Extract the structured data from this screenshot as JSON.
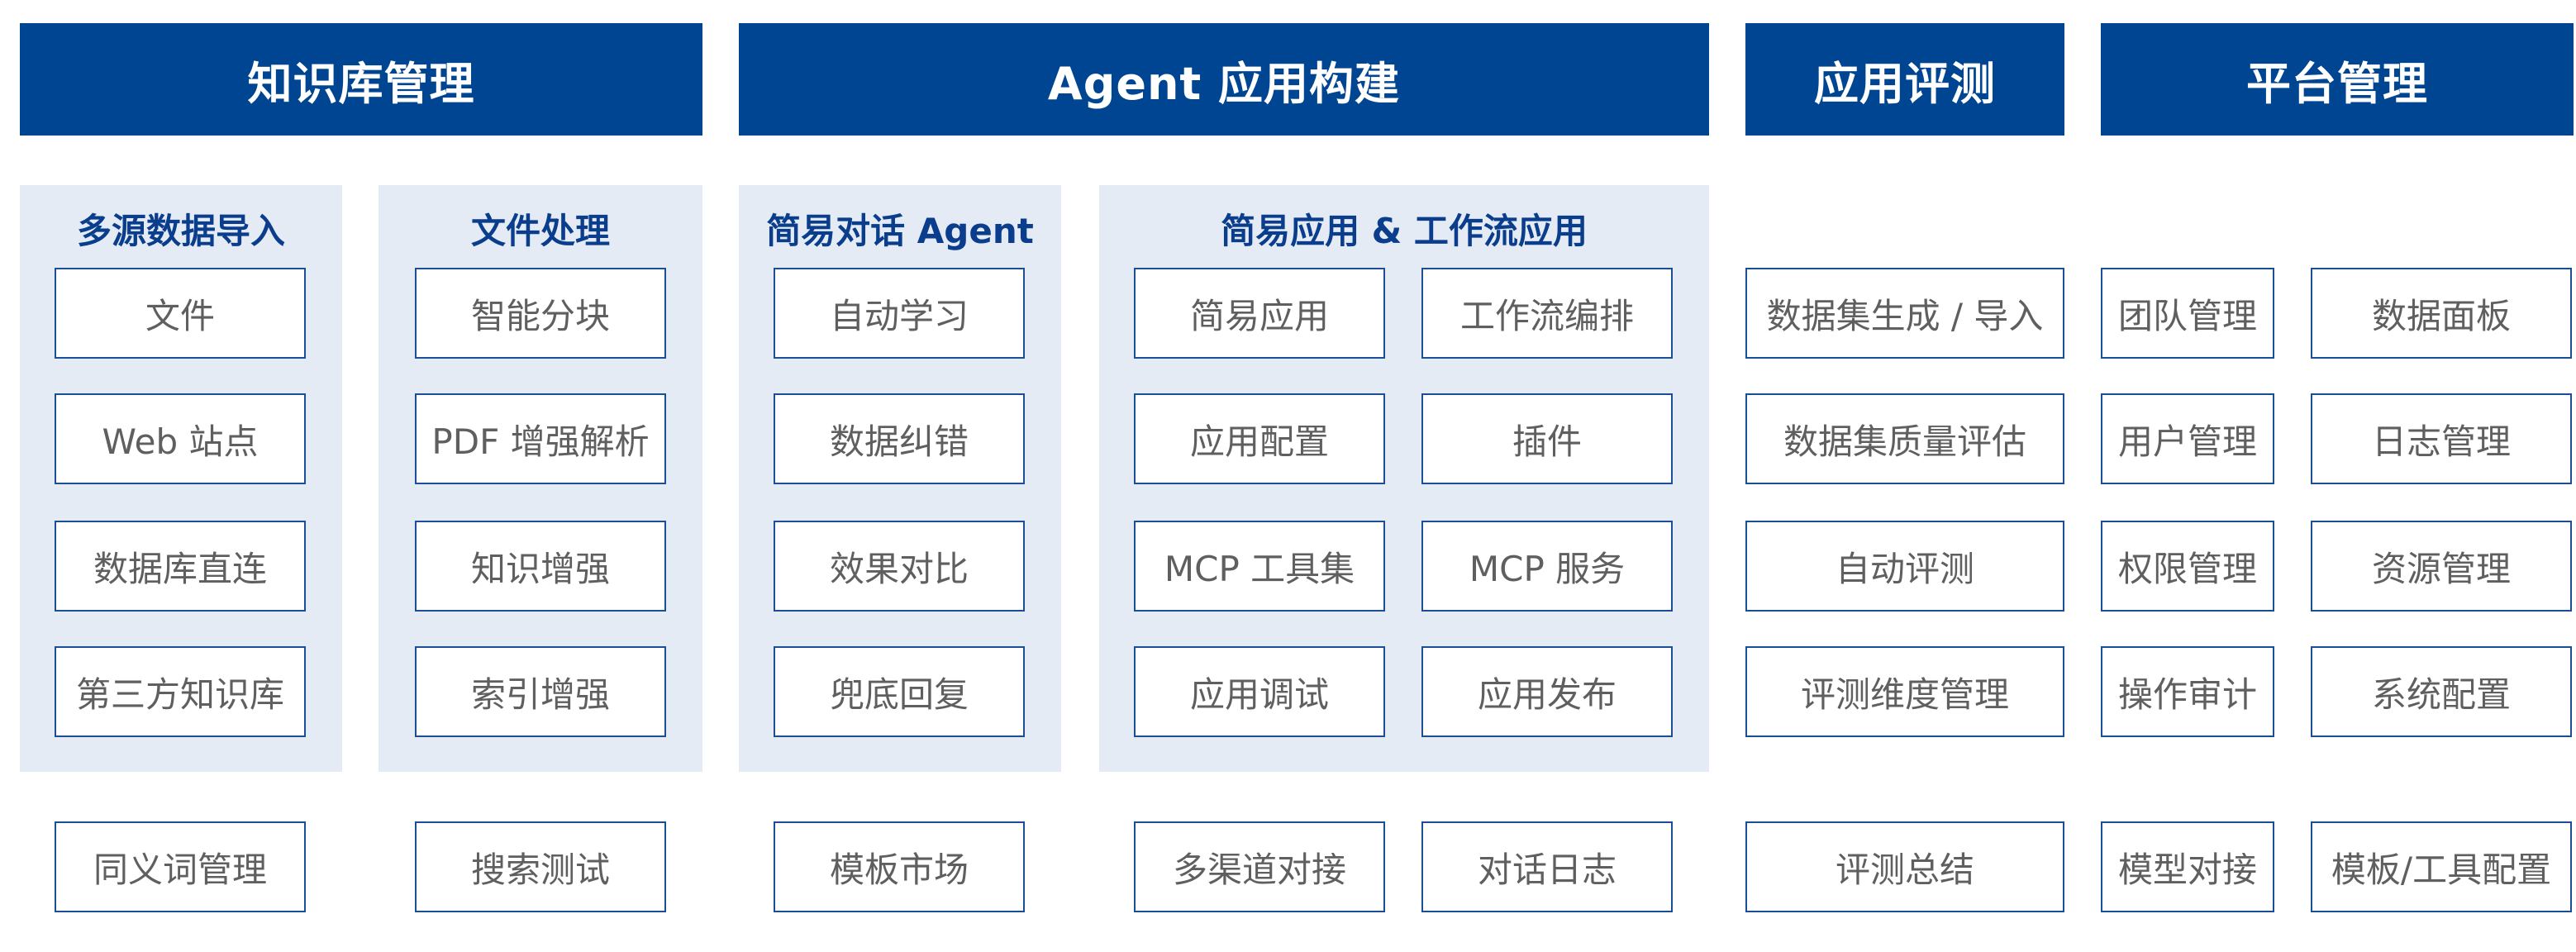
{
  "colors": {
    "header_bg": "#004592",
    "panel_bg": "#e4ebf4",
    "box_border": "#1a4e96",
    "section_title": "#0a3d8c",
    "box_text": "#5f5f5f"
  },
  "headers": [
    {
      "label": "知识库管理"
    },
    {
      "label": "Agent 应用构建"
    },
    {
      "label": "应用评测"
    },
    {
      "label": "平台管理"
    }
  ],
  "sections": [
    {
      "title": "多源数据导入"
    },
    {
      "title": "文件处理"
    },
    {
      "title": "简易对话 Agent"
    },
    {
      "title": "简易应用 & 工作流应用"
    }
  ],
  "columns": [
    {
      "items": [
        "文件",
        "Web 站点",
        "数据库直连",
        "第三方知识库",
        "同义词管理"
      ]
    },
    {
      "items": [
        "智能分块",
        "PDF 增强解析",
        "知识增强",
        "索引增强",
        "搜索测试"
      ]
    },
    {
      "items": [
        "自动学习",
        "数据纠错",
        "效果对比",
        "兜底回复",
        "模板市场"
      ]
    },
    {
      "items": [
        "简易应用",
        "应用配置",
        "MCP 工具集",
        "应用调试",
        "多渠道对接"
      ]
    },
    {
      "items": [
        "工作流编排",
        "插件",
        "MCP 服务",
        "应用发布",
        "对话日志"
      ]
    },
    {
      "items": [
        "数据集生成 / 导入",
        "数据集质量评估",
        "自动评测",
        "评测维度管理",
        "评测总结"
      ]
    },
    {
      "items": [
        "团队管理",
        "用户管理",
        "权限管理",
        "操作审计",
        "模型对接"
      ]
    },
    {
      "items": [
        "数据面板",
        "日志管理",
        "资源管理",
        "系统配置",
        "模板/工具配置"
      ]
    }
  ]
}
